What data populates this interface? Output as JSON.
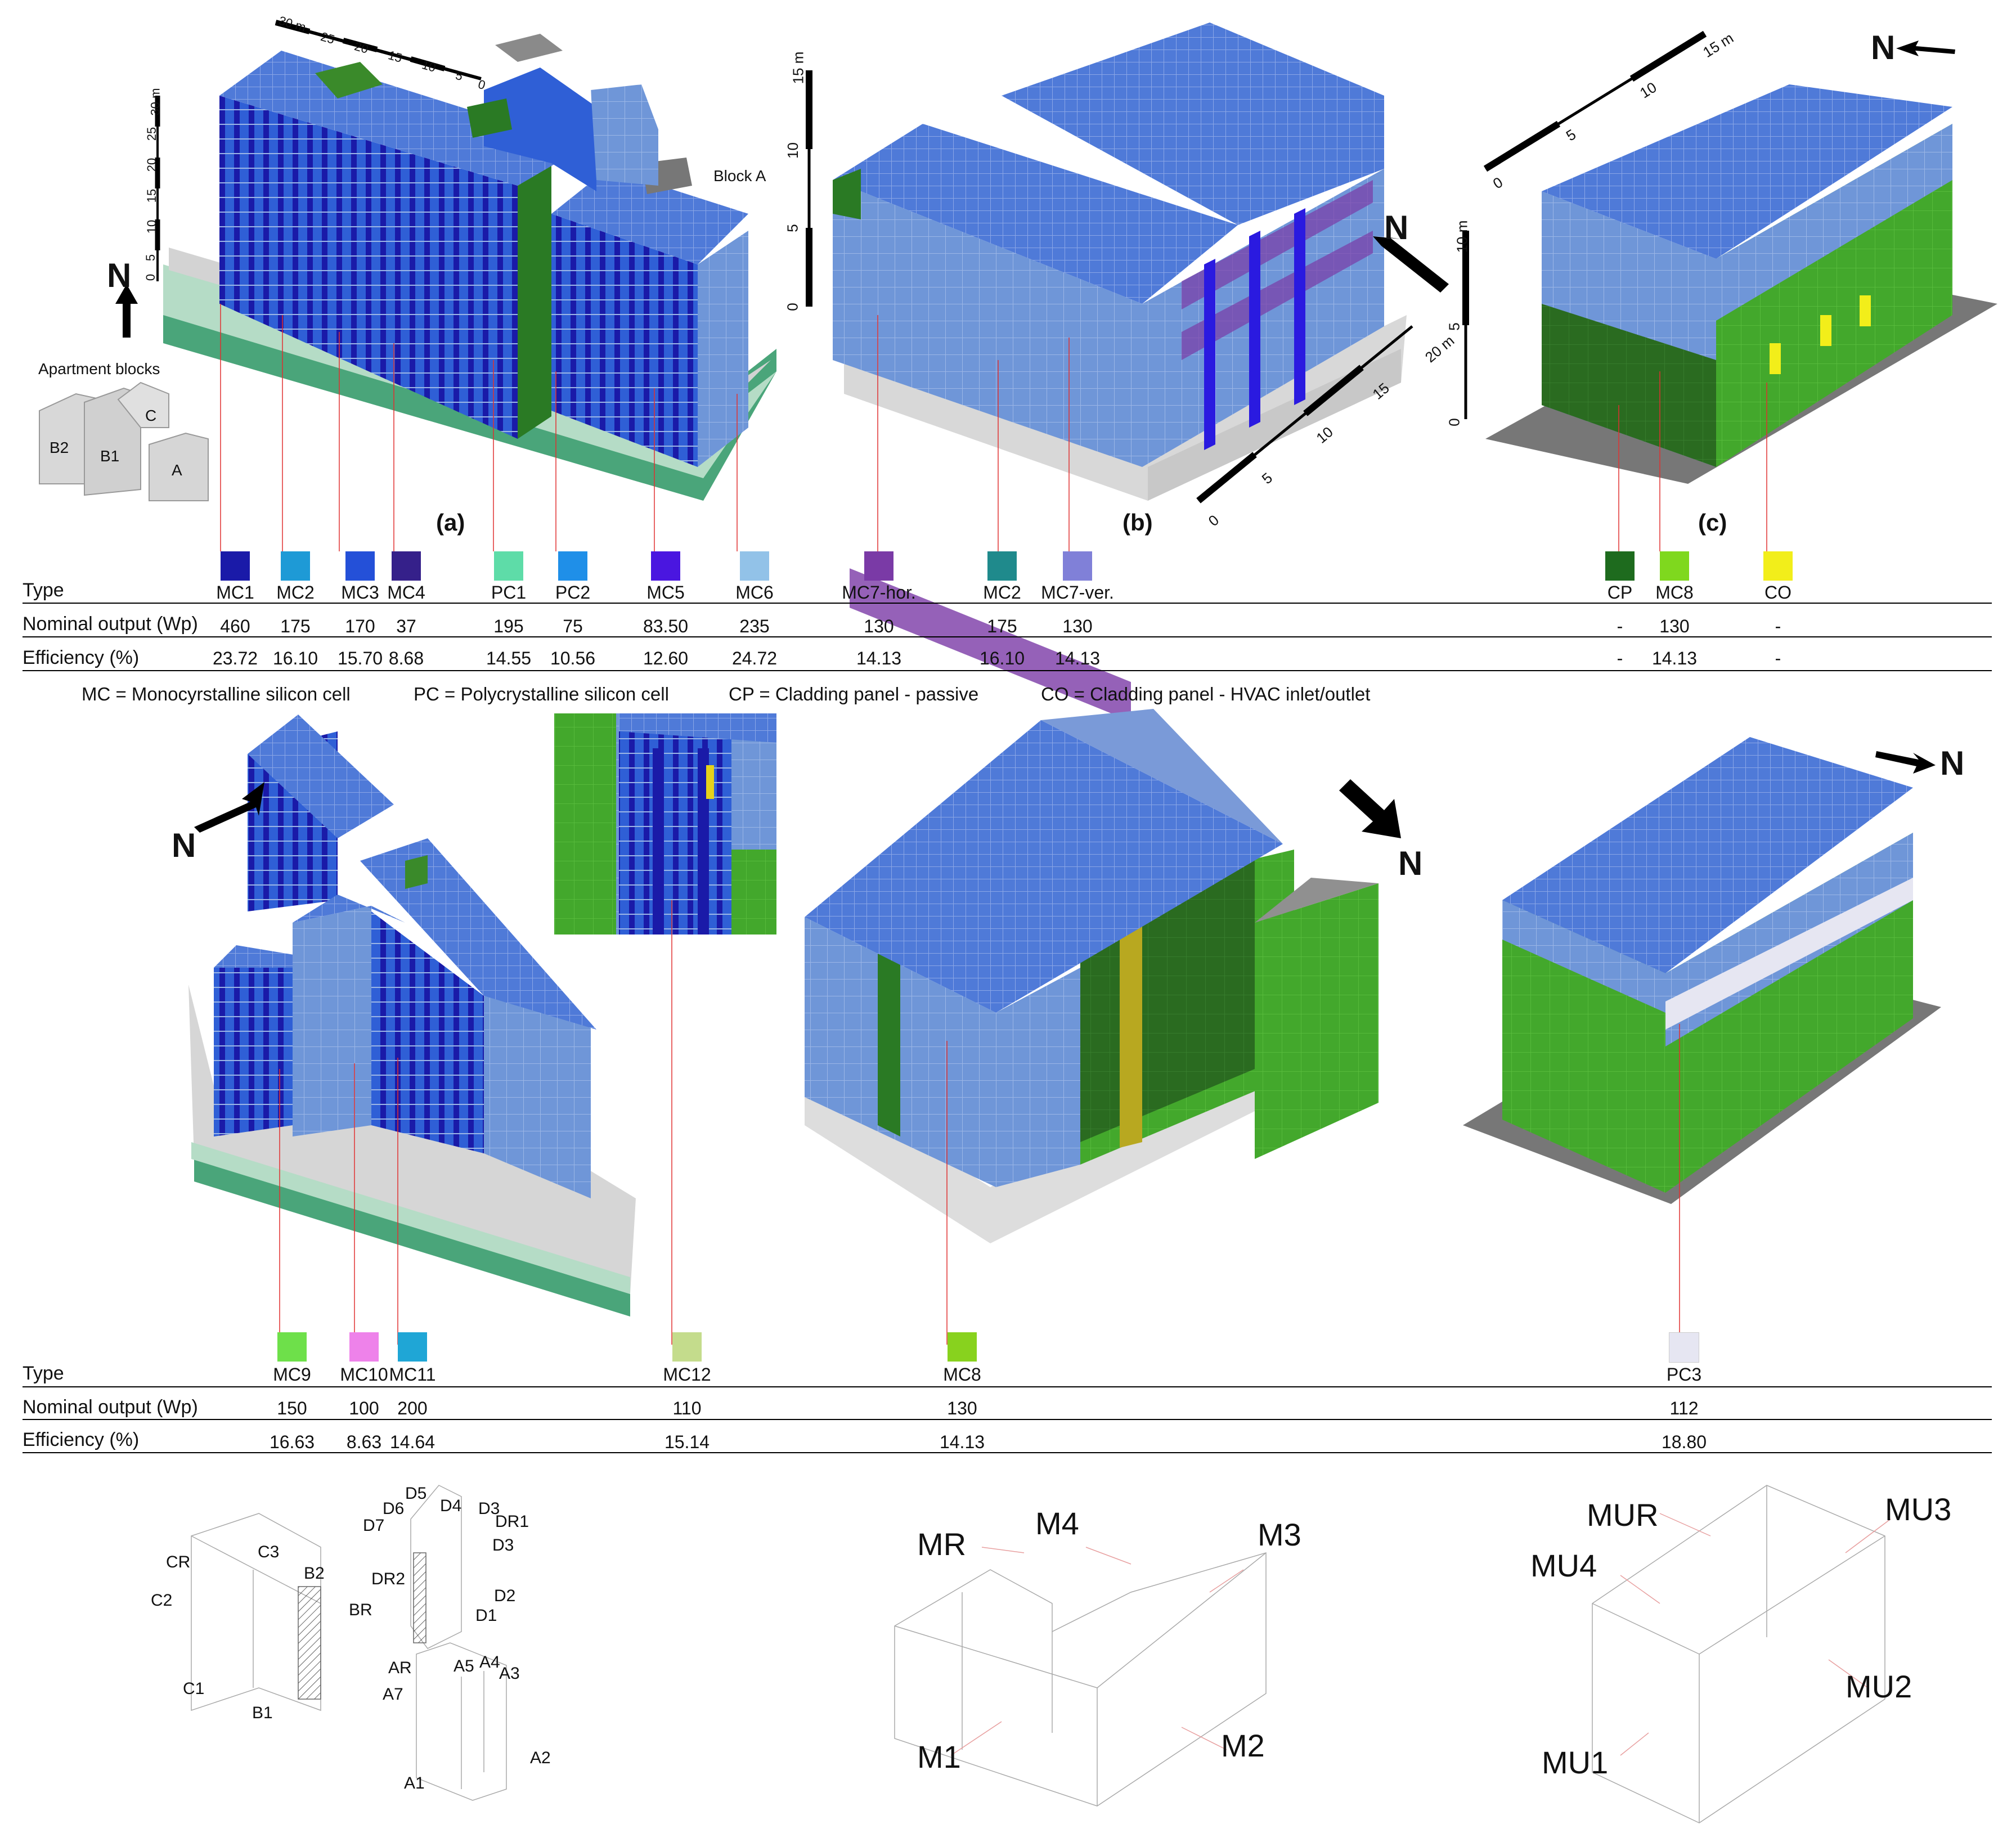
{
  "panels": {
    "a": "(a)",
    "b": "(b)",
    "c": "(c)"
  },
  "annotations": {
    "block_a": "Block A",
    "apartment_blocks": "Apartment blocks",
    "blocks": [
      "B2",
      "B1",
      "C",
      "A"
    ],
    "north": "N"
  },
  "scales": {
    "a_horizontal": [
      "30 m",
      "25",
      "20",
      "15",
      "10",
      "5",
      "0"
    ],
    "a_vertical": [
      "30 m",
      "25",
      "20",
      "15",
      "10",
      "5",
      "0"
    ],
    "b_vertical": [
      "15 m",
      "10",
      "5",
      "0"
    ],
    "b_diagonal": [
      "0",
      "5",
      "10",
      "15",
      "20 m"
    ],
    "c_vertical": [
      "10 m",
      "5",
      "0"
    ],
    "c_diagonal": [
      "0",
      "5",
      "10",
      "15 m"
    ]
  },
  "table1": {
    "row_labels": [
      "Type",
      "Nominal output (Wp)",
      "Efficiency (%)"
    ],
    "columns": [
      {
        "type": "MC1",
        "output": "460",
        "eff": "23.72",
        "color": "#1a1aa8"
      },
      {
        "type": "MC2",
        "output": "175",
        "eff": "16.10",
        "color": "#1e9ad6"
      },
      {
        "type": "MC3",
        "output": "170",
        "eff": "15.70",
        "color": "#2450d8"
      },
      {
        "type": "MC4",
        "output": "37",
        "eff": "8.68",
        "color": "#35208a"
      },
      {
        "type": "PC1",
        "output": "195",
        "eff": "14.55",
        "color": "#5edca8"
      },
      {
        "type": "PC2",
        "output": "75",
        "eff": "10.56",
        "color": "#1f8fe8"
      },
      {
        "type": "MC5",
        "output": "83.50",
        "eff": "12.60",
        "color": "#4a16e0"
      },
      {
        "type": "MC6",
        "output": "235",
        "eff": "24.72",
        "color": "#92c2e8"
      },
      {
        "type": "MC7-hor.",
        "output": "130",
        "eff": "14.13",
        "color": "#7a3aa6"
      },
      {
        "type": "MC2",
        "output": "175",
        "eff": "16.10",
        "color": "#1f8a8c"
      },
      {
        "type": "MC7-ver.",
        "output": "130",
        "eff": "14.13",
        "color": "#8080d8"
      },
      {
        "type": "CP",
        "output": "-",
        "eff": "-",
        "color": "#1e6b1e"
      },
      {
        "type": "MC8",
        "output": "130",
        "eff": "14.13",
        "color": "#7fd81e"
      },
      {
        "type": "CO",
        "output": "-",
        "eff": "-",
        "color": "#f2ee1a"
      }
    ]
  },
  "legend_text": {
    "mc": "MC = Monocyrstalline silicon cell",
    "pc": "PC = Polycrystalline silicon cell",
    "cp": "CP = Cladding panel - passive",
    "co": "CO = Cladding panel - HVAC inlet/outlet"
  },
  "table2": {
    "row_labels": [
      "Type",
      "Nominal output (Wp)",
      "Efficiency (%)"
    ],
    "columns": [
      {
        "type": "MC9",
        "output": "150",
        "eff": "16.63",
        "color": "#6ee04a"
      },
      {
        "type": "MC10",
        "output": "100",
        "eff": "8.63",
        "color": "#ee82ea"
      },
      {
        "type": "MC11",
        "output": "200",
        "eff": "14.64",
        "color": "#1fa6d6"
      },
      {
        "type": "MC12",
        "output": "110",
        "eff": "15.14",
        "color": "#c4dc8c"
      },
      {
        "type": "MC8",
        "output": "130",
        "eff": "14.13",
        "color": "#88d21e"
      },
      {
        "type": "PC3",
        "output": "112",
        "eff": "18.80",
        "color": "#e6e6f2"
      }
    ]
  },
  "zones_a": [
    "CR",
    "C3",
    "B2",
    "C2",
    "BR",
    "C1",
    "B1",
    "D5",
    "D6",
    "D4",
    "D3",
    "D7",
    "DR1",
    "D3",
    "DR2",
    "D2",
    "D1",
    "AR",
    "A5",
    "A4",
    "A3",
    "A7",
    "A1",
    "A2"
  ],
  "zones_b": [
    "MR",
    "M4",
    "M3",
    "M1",
    "M2"
  ],
  "zones_c": [
    "MUR",
    "MU3",
    "MU4",
    "MU2",
    "MU1"
  ]
}
